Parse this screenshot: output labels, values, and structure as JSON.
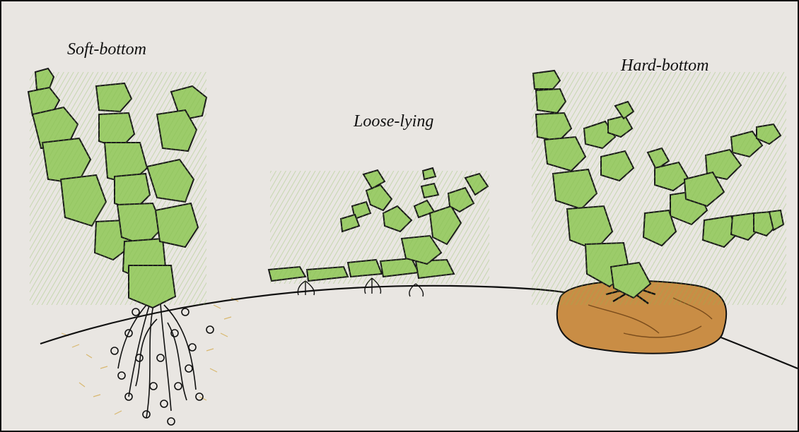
{
  "labels": {
    "soft_bottom": "Soft-bottom",
    "loose_lying": "Loose-lying",
    "hard_bottom": "Hard-bottom"
  },
  "colors": {
    "paper": "#e9e6e2",
    "segment_fill": "#9ccc6a",
    "segment_outline": "#1a1a1a",
    "rock": "#c98d45",
    "sediment": "#d9b870"
  }
}
